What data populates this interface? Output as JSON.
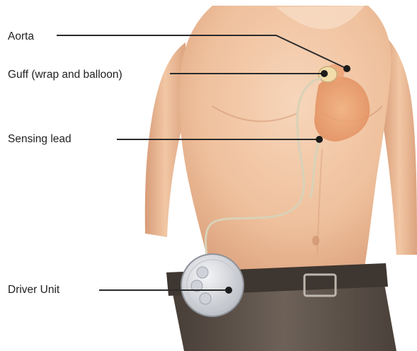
{
  "labels": {
    "aorta": "Aorta",
    "cuff": "Guff (wrap and balloon)",
    "sensing_lead": "Sensing lead",
    "driver_unit": "Driver Unit"
  },
  "colors": {
    "skin": "#f2c7a4",
    "skin_shadow": "#dea582",
    "heart": "#e8a070",
    "lead_line": "#2b2b2b",
    "belt": "#3e3630",
    "pants": "#5d5249",
    "device": "#d9dbe0"
  }
}
